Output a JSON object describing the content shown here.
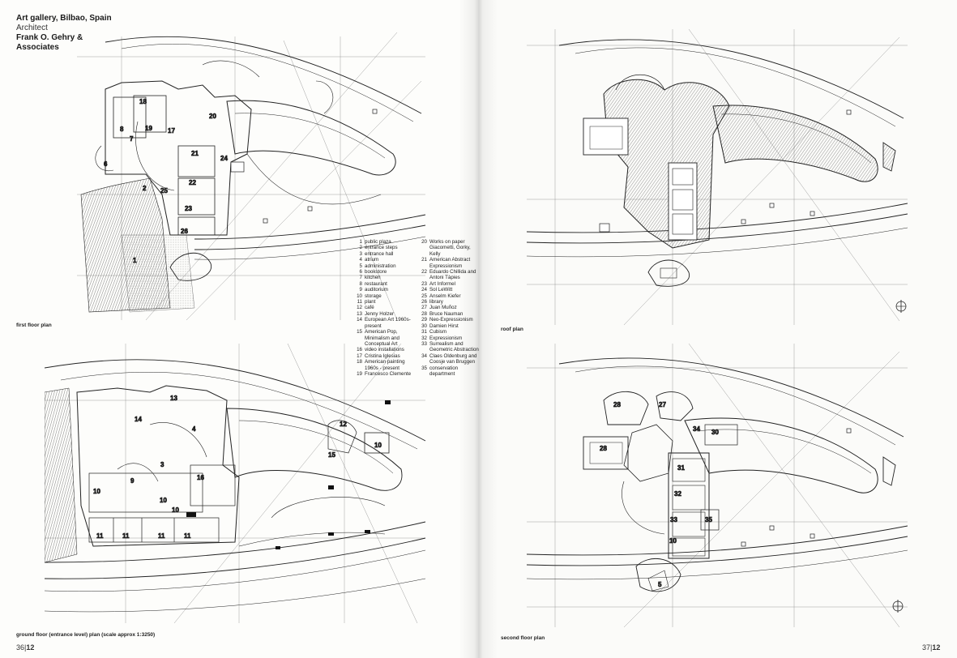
{
  "header": {
    "title": "Art gallery, Bilbao, Spain",
    "role": "Architect",
    "firm_line1": "Frank O. Gehry &",
    "firm_line2": "Associates"
  },
  "captions": {
    "first_floor": "first floor plan",
    "ground_floor": "ground floor (entrance level) plan (scale approx 1:3250)",
    "roof": "roof plan",
    "second_floor": "second floor plan"
  },
  "folios": {
    "left_num": "36",
    "left_sep": "|",
    "left_issue": "12",
    "right_num": "37",
    "right_sep": "|",
    "right_issue": "12"
  },
  "legend_col1": [
    {
      "num": "1",
      "text": "public plaza"
    },
    {
      "num": "2",
      "text": "entrance steps"
    },
    {
      "num": "3",
      "text": "entrance hall"
    },
    {
      "num": "4",
      "text": "atrium"
    },
    {
      "num": "5",
      "text": "administration"
    },
    {
      "num": "6",
      "text": "bookstore"
    },
    {
      "num": "7",
      "text": "kitchen"
    },
    {
      "num": "8",
      "text": "restaurant"
    },
    {
      "num": "9",
      "text": "auditorium"
    },
    {
      "num": "10",
      "text": "storage"
    },
    {
      "num": "11",
      "text": "plant"
    },
    {
      "num": "12",
      "text": "café"
    },
    {
      "num": "13",
      "text": "Jenny Holzer"
    },
    {
      "num": "14",
      "text": "European Art 1960s-\npresent"
    },
    {
      "num": "15",
      "text": "American Pop,\nMinimalism and\nConceptual Art"
    },
    {
      "num": "16",
      "text": "video installations"
    },
    {
      "num": "17",
      "text": "Cristina Iglesias"
    },
    {
      "num": "18",
      "text": "American painting\n1960s - present"
    },
    {
      "num": "19",
      "text": "Francesco Clemente"
    }
  ],
  "legend_col2": [
    {
      "num": "20",
      "text": "Works on paper\nGiacometti, Gorky,\nKelly"
    },
    {
      "num": "21",
      "text": "American Abstract\nExpressionism"
    },
    {
      "num": "22",
      "text": "Eduardo Chillida and\nAntoni Tàpies"
    },
    {
      "num": "23",
      "text": "Art Informel"
    },
    {
      "num": "24",
      "text": "Sol LeWitt"
    },
    {
      "num": "25",
      "text": "Anselm Kiefer"
    },
    {
      "num": "26",
      "text": "library"
    },
    {
      "num": "27",
      "text": "Juan Muñoz"
    },
    {
      "num": "28",
      "text": "Bruce Nauman"
    },
    {
      "num": "29",
      "text": "Neo-Expressionism"
    },
    {
      "num": "30",
      "text": "Damien Hirst"
    },
    {
      "num": "31",
      "text": "Cubism"
    },
    {
      "num": "32",
      "text": "Expressionism"
    },
    {
      "num": "33",
      "text": "Surrealism and\nGeometric Abstraction"
    },
    {
      "num": "34",
      "text": "Claes Oldenburg and\nCoosje van Bruggen"
    },
    {
      "num": "35",
      "text": "conservation\ndepartment"
    }
  ],
  "first_floor_tags": [
    "18",
    "8",
    "19",
    "17",
    "7",
    "6",
    "20",
    "21",
    "24",
    "2",
    "25",
    "22",
    "23",
    "26",
    "1"
  ],
  "ground_floor_tags": [
    "13",
    "14",
    "4",
    "12",
    "10",
    "3",
    "15",
    "10",
    "9",
    "16",
    "10",
    "10",
    "11",
    "11",
    "11",
    "11"
  ],
  "second_floor_tags": [
    "28",
    "27",
    "34",
    "30",
    "28",
    "31",
    "32",
    "33",
    "35",
    "10",
    "5"
  ]
}
